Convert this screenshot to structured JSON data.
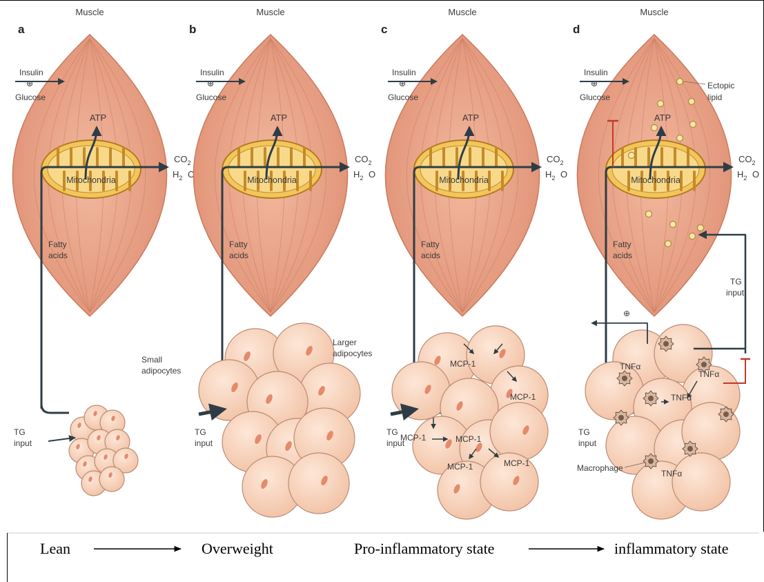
{
  "panels": [
    {
      "letter": "a",
      "muscle": "Muscle",
      "insulin": "Insulin",
      "plus": "⊕",
      "glucose": "Glucose",
      "atp": "ATP",
      "mito": "Mitochondria",
      "co2": "CO2",
      "h2o": "H2O",
      "fatty1": "Fatty",
      "fatty2": "acids",
      "tg1": "TG",
      "tg2": "input",
      "adipo1": "Small",
      "adipo2": "adipocytes"
    },
    {
      "letter": "b",
      "muscle": "Muscle",
      "insulin": "Insulin",
      "plus": "⊕",
      "glucose": "Glucose",
      "atp": "ATP",
      "mito": "Mitochondria",
      "co2": "CO2",
      "h2o": "H2O",
      "fatty1": "Fatty",
      "fatty2": "acids",
      "tg1": "TG",
      "tg2": "input",
      "adipo1": "Larger",
      "adipo2": "adipocytes"
    },
    {
      "letter": "c",
      "muscle": "Muscle",
      "insulin": "Insulin",
      "plus": "⊕",
      "glucose": "Glucose",
      "atp": "ATP",
      "mito": "Mitochondria",
      "co2": "CO2",
      "h2o": "H2O",
      "fatty1": "Fatty",
      "fatty2": "acids",
      "tg1": "TG",
      "tg2": "input",
      "mcp": "MCP-1"
    },
    {
      "letter": "d",
      "muscle": "Muscle",
      "insulin": "Insulin",
      "plus": "⊕",
      "glucose": "Glucose",
      "atp": "ATP",
      "mito": "Mitochondria",
      "co2": "CO2",
      "h2o": "H2O",
      "fatty1": "Fatty",
      "fatty2": "acids",
      "tg1": "TG",
      "tg2": "input",
      "ectopic1": "Ectopic",
      "ectopic2": "lipid",
      "tnf": "TNFα",
      "macrophage": "Macrophage",
      "plus_small": "⊕"
    }
  ],
  "bottom": {
    "lean": "Lean",
    "overweight": "Overweight",
    "pro": "Pro-inflammatory state",
    "inflammatory": "inflammatory state"
  },
  "colors": {
    "muscle_fill": "#e8a58a",
    "muscle_stroke": "#c97a60",
    "mito_fill": "#f3c65c",
    "adipocyte_fill": "#f7d3bd",
    "adipocyte_stroke": "#b98b74",
    "nucleus": "#e58a6a",
    "arrow": "#2e3d45",
    "inhibit": "#c0392b"
  }
}
